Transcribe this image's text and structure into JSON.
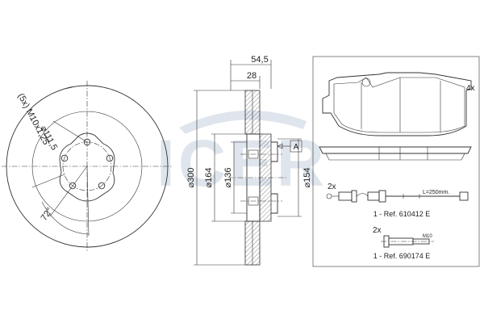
{
  "watermark": {
    "brand": "ICER",
    "emblem": "icer-swoosh-logo"
  },
  "disc_face": {
    "bolt_thread": "(5x) M10x1,25",
    "pcd": "⌀111,5",
    "angle": "72°"
  },
  "disc_section": {
    "width_total": "54,5",
    "width_inner": "28",
    "dia_outer": "⌀300",
    "dia_hat": "⌀164",
    "dia_bore_outer": "⌀136",
    "dia_pilot": "⌀154",
    "datum_label": "A"
  },
  "brake_pad": {
    "qty": "4x"
  },
  "wear_sensor": {
    "qty": "2x",
    "length": "L=250mm.",
    "ref": "1 - Ref. 610412 E"
  },
  "bolt": {
    "qty": "2x",
    "thread": "M10",
    "ref": "1 - Ref. 690174 E"
  }
}
